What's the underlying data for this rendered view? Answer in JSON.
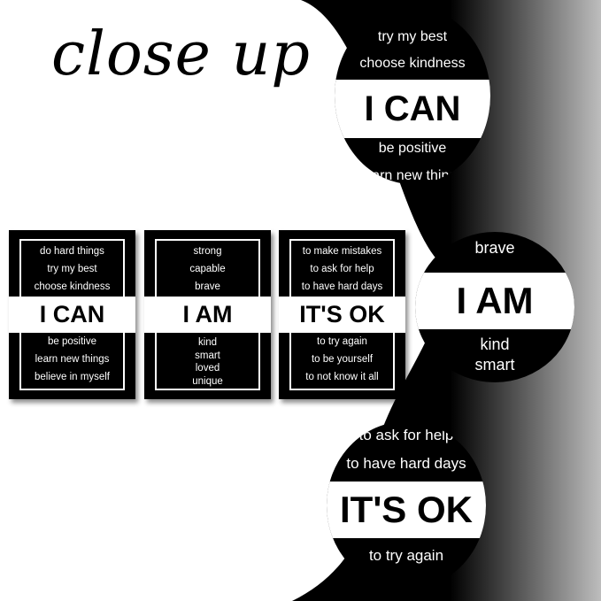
{
  "title": "close up",
  "colors": {
    "black": "#000000",
    "white": "#ffffff"
  },
  "posters": [
    {
      "top_lines": [
        "do hard things",
        "try my best",
        "choose kindness"
      ],
      "heading": "I CAN",
      "bottom_lines": [
        "be positive",
        "learn new things",
        "believe in myself"
      ]
    },
    {
      "top_lines": [
        "strong",
        "capable",
        "brave"
      ],
      "heading": "I AM",
      "bottom_lines": [
        "kind",
        "smart",
        "loved",
        "unique"
      ]
    },
    {
      "top_lines": [
        "to make mistakes",
        "to ask for help",
        "to have hard days"
      ],
      "heading": "IT'S OK",
      "bottom_lines": [
        "to try again",
        "to be yourself",
        "to not know it all"
      ]
    }
  ],
  "closeups": [
    {
      "top_lines": [
        "try my best",
        "choose kindness"
      ],
      "heading": "I CAN",
      "bottom_lines": [
        "be positive",
        "learn new things"
      ]
    },
    {
      "top_lines": [
        "brave"
      ],
      "heading": "I AM",
      "bottom_lines": [
        "kind",
        "smart"
      ]
    },
    {
      "top_lines": [
        "to ask for help",
        "to have hard days"
      ],
      "heading": "IT'S OK",
      "bottom_lines": [
        "to try again"
      ]
    }
  ]
}
